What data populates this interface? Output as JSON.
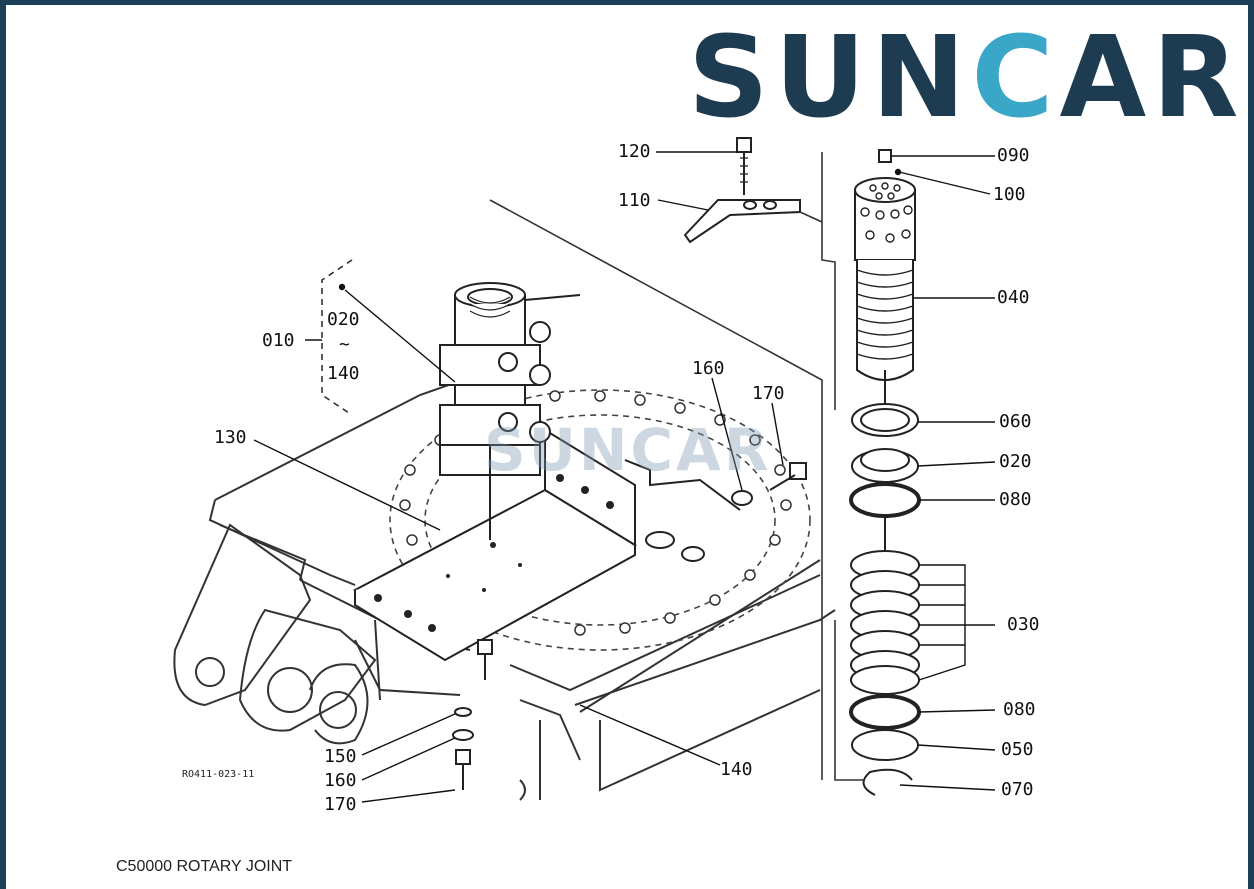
{
  "brand": {
    "logo_text_1": "SUN",
    "logo_text_2": "C",
    "logo_text_3": "AR",
    "watermark": "SUNCAR",
    "colors": {
      "dark": "#1d3c52",
      "accent": "#3aa7c9",
      "border": "#1c3f58"
    }
  },
  "callouts": {
    "c010": "010",
    "c020a": "020",
    "c_range_sep": "~",
    "c140a": "140",
    "c020b": "020",
    "c030": "030",
    "c040": "040",
    "c050": "050",
    "c060": "060",
    "c070": "070",
    "c080a": "080",
    "c080b": "080",
    "c090": "090",
    "c100": "100",
    "c110": "110",
    "c120": "120",
    "c130": "130",
    "c140b": "140",
    "c150": "150",
    "c160a": "160",
    "c160b": "160",
    "c170a": "170",
    "c170b": "170"
  },
  "drawing_code": "RO411-023-11",
  "caption": "C50000 ROTARY JOINT"
}
